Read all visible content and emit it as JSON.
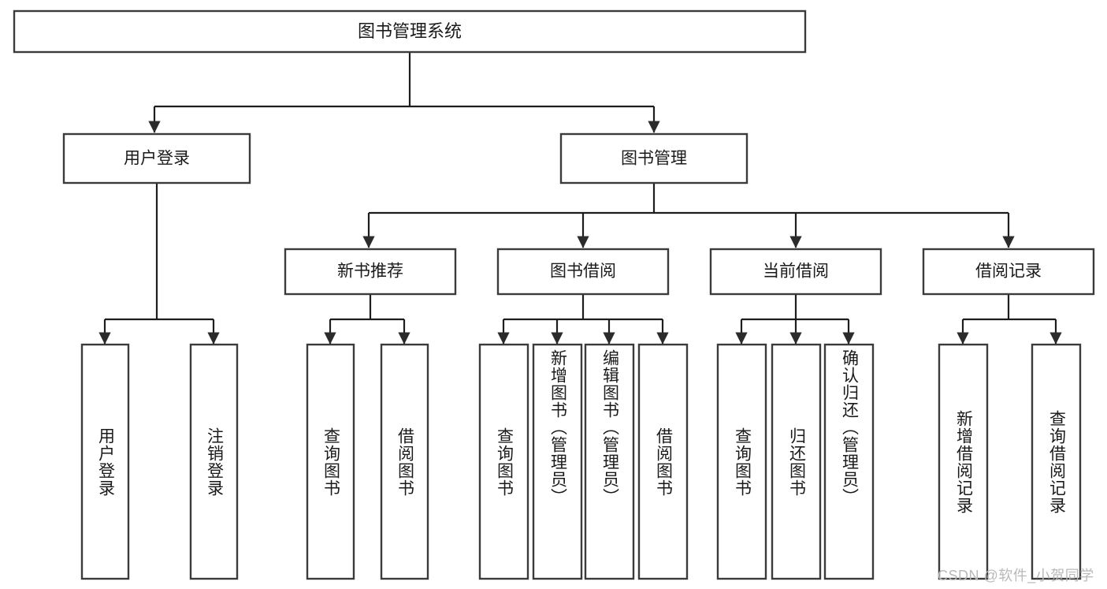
{
  "diagram": {
    "type": "tree-hierarchy",
    "title": "图书管理系统",
    "orientation": "top-down",
    "colors": {
      "box_stroke": "#3b3b3b",
      "connector": "#1d1d1d",
      "text": "#1a1a1a",
      "background": "#ffffff",
      "watermark": "#b9b9b9"
    },
    "root": {
      "label": "图书管理系统"
    },
    "level2": [
      {
        "label": "用户登录"
      },
      {
        "label": "图书管理"
      }
    ],
    "level3": [
      {
        "label": "新书推荐"
      },
      {
        "label": "图书借阅"
      },
      {
        "label": "当前借阅"
      },
      {
        "label": "借阅记录"
      }
    ],
    "leaves": {
      "user_login": [
        {
          "label": "用户登录"
        },
        {
          "label": "注销登录"
        }
      ],
      "new_book_recommend": [
        {
          "label": "查询图书"
        },
        {
          "label": "借阅图书"
        }
      ],
      "book_borrow": [
        {
          "label": "查询图书"
        },
        {
          "label": "新增图书（管理员）"
        },
        {
          "label": "编辑图书（管理员）"
        },
        {
          "label": "借阅图书"
        }
      ],
      "current_borrow": [
        {
          "label": "查询图书"
        },
        {
          "label": "归还图书"
        },
        {
          "label": "确认归还（管理员）"
        }
      ],
      "borrow_record": [
        {
          "label": "新增借阅记录"
        },
        {
          "label": "查询借阅记录"
        }
      ]
    }
  },
  "watermark": {
    "text": "CSDN @软件_小贺同学"
  }
}
